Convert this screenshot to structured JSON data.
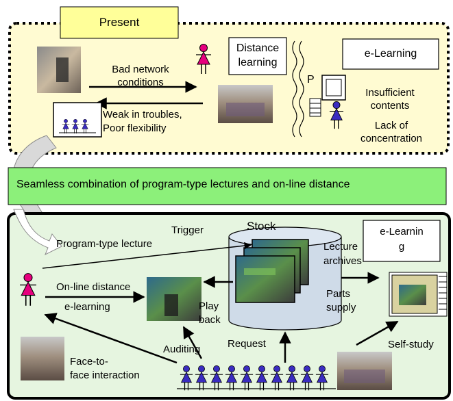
{
  "colors": {
    "top_panel_fill": "#fffbd2",
    "top_panel_border": "#000000",
    "present_tab_fill": "#ffff99",
    "banner_fill": "#8cf07a",
    "bottom_panel_fill": "#e6f5e0",
    "person_red": "#e6007e",
    "person_blue": "#3a2cc0",
    "stock_fill": "#cfdbe8"
  },
  "top": {
    "present_label": "Present",
    "bad_network": "Bad network\nconditions",
    "weak_troubles": "Weak in troubles,\nPoor flexibility",
    "distance_learning": "Distance\nlearning",
    "elearning_box": "e-Learning",
    "p_label": "P",
    "insufficient": "Insufficient\ncontents",
    "lack_of": "Lack of\nconcentration"
  },
  "banner": {
    "text": "Seamless combination of program-type lectures and on-line distance"
  },
  "bottom": {
    "trigger": "Trigger",
    "stock": "Stock",
    "program_type_lecture": "Program-type lecture",
    "lecture_archives": "Lecture\narchives",
    "elearning_box": "e-Learnin\ng",
    "online_distance_1": "On-line distance",
    "online_distance_2": "e-learning",
    "play_back": "Play\nback",
    "parts_supply": "Parts\nsupply",
    "request": "Request",
    "auditing": "Auditing",
    "face_to_face": "Face-to-\nface interaction",
    "self_study": "Self-study"
  }
}
